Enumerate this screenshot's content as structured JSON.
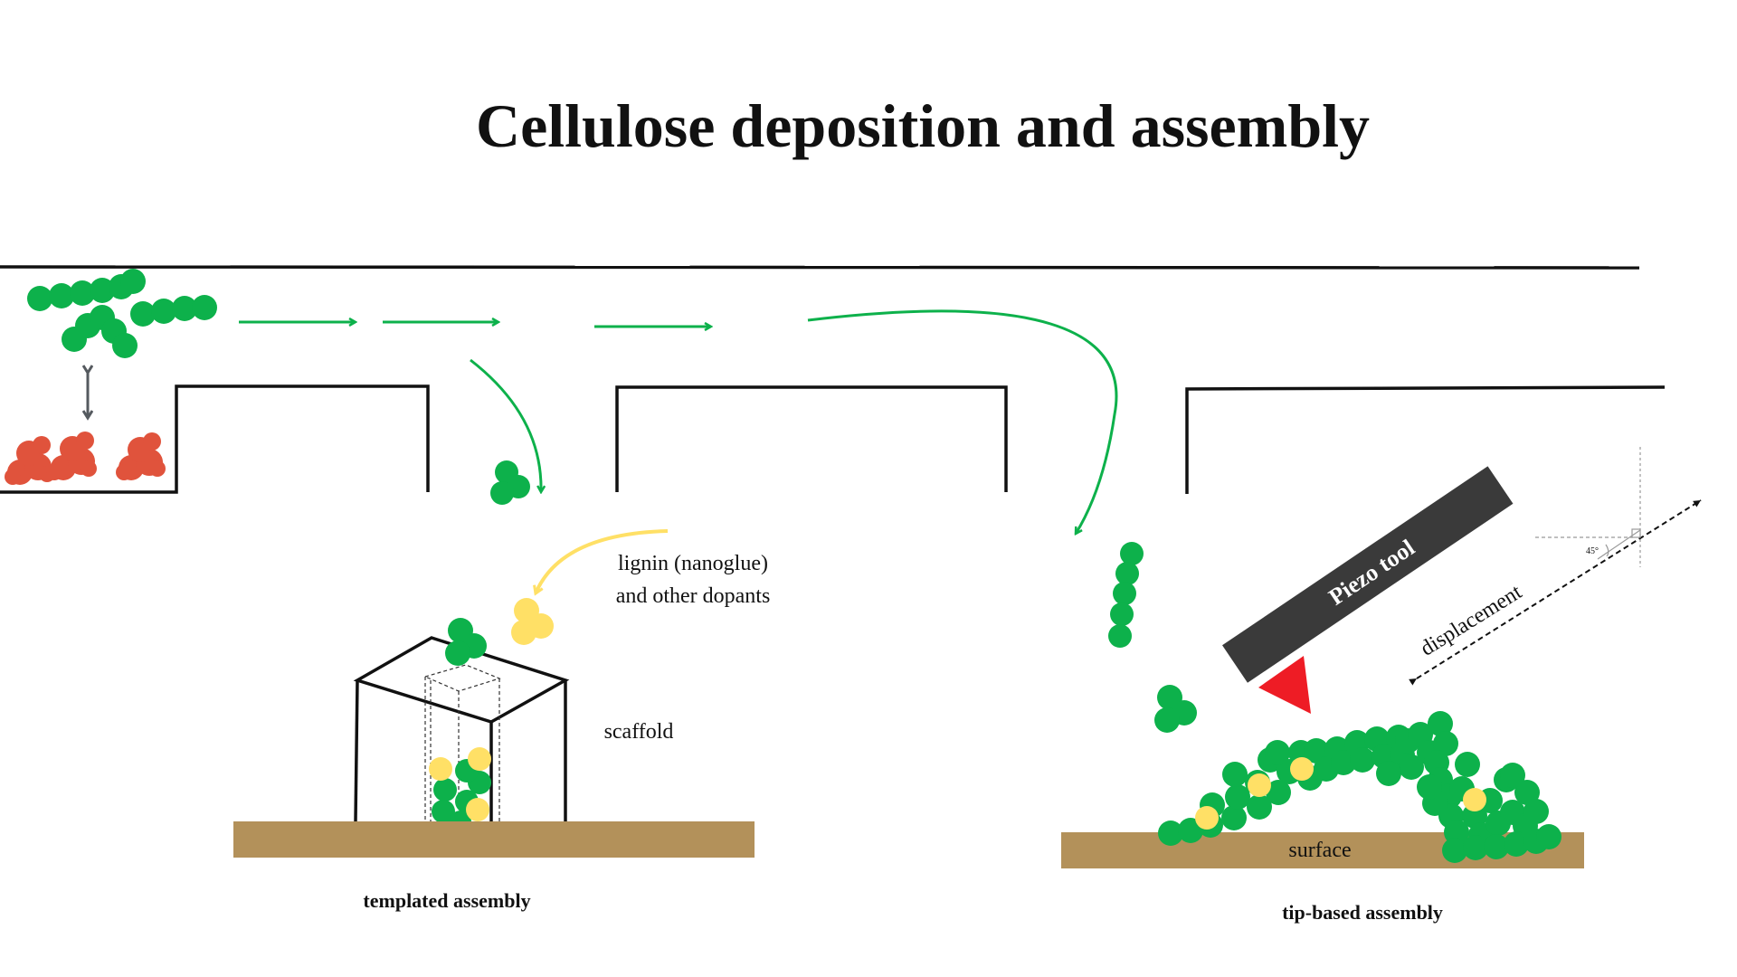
{
  "title": "Cellulose deposition and assembly",
  "labels": {
    "lignin": [
      "lignin (nanoglue)",
      "and other dopants"
    ],
    "scaffold": "scaffold",
    "templated": "templated assembly",
    "piezo": "Piezo tool",
    "displacement": "displacement",
    "angle": "45°",
    "surface": "surface",
    "tip_based": "tip-based assembly"
  },
  "colors": {
    "cellulose": "#0db14b",
    "lignin": "#ffe066",
    "enzyme": "#e0533c",
    "substrate": "#b3915a",
    "tool": "#3a3a3a",
    "tip": "#ee1c25",
    "double_arrow": "#555a5f"
  },
  "icons": {
    "enzyme": "enzyme-blob-icon",
    "cellulose": "cellulose-chain-icon",
    "lignin": "lignin-cluster-icon"
  }
}
